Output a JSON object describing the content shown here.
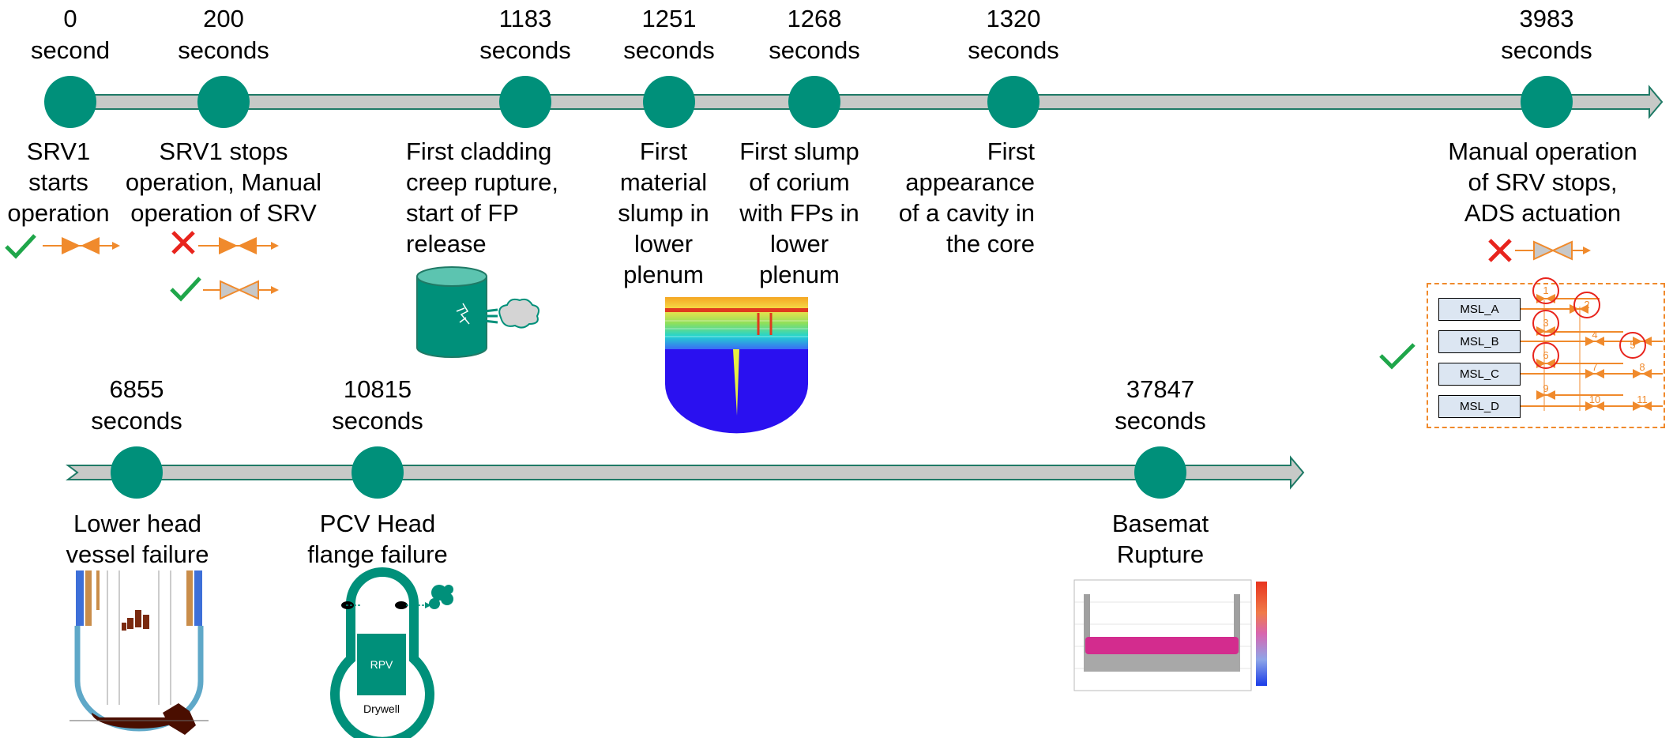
{
  "colors": {
    "node": "#00907A",
    "axis_fill": "#C7C9C7",
    "axis_stroke": "#1F7A66",
    "valve": "#F08A2C",
    "check": "#1FA64A",
    "cross": "#E8241D"
  },
  "events_top": [
    {
      "time": "0",
      "unit": "second",
      "desc": [
        "SRV1",
        "starts",
        "operation"
      ]
    },
    {
      "time": "200",
      "unit": "seconds",
      "desc": [
        "SRV1 stops",
        "operation, Manual",
        "operation of SRV"
      ]
    },
    {
      "time": "1183",
      "unit": "seconds",
      "desc": [
        "First cladding",
        "creep rupture,",
        "start of FP",
        "release"
      ]
    },
    {
      "time": "1251",
      "unit": "seconds",
      "desc": [
        "First",
        "material",
        "slump in",
        "lower",
        "plenum"
      ]
    },
    {
      "time": "1268",
      "unit": "seconds",
      "desc": [
        "First slump",
        "of corium",
        "with FPs in",
        "lower",
        "plenum"
      ]
    },
    {
      "time": "1320",
      "unit": "seconds",
      "desc": [
        "First",
        "appearance",
        "of a cavity in",
        "the core"
      ]
    },
    {
      "time": "3983",
      "unit": "seconds",
      "desc": [
        "Manual operation",
        "of SRV stops,",
        "ADS actuation"
      ]
    }
  ],
  "events_bottom": [
    {
      "time": "6855",
      "unit": "seconds",
      "desc": [
        "Lower head",
        "vessel failure"
      ]
    },
    {
      "time": "10815",
      "unit": "seconds",
      "desc": [
        "PCV Head",
        "flange failure"
      ]
    },
    {
      "time": "37847",
      "unit": "seconds",
      "desc": [
        "Basemat",
        "Rupture"
      ]
    }
  ],
  "msl_panel": {
    "lines": [
      "MSL_A",
      "MSL_B",
      "MSL_C",
      "MSL_D"
    ],
    "valve_numbers": [
      "1",
      "2",
      "3",
      "4",
      "5",
      "6",
      "7",
      "8",
      "9",
      "10",
      "11"
    ]
  },
  "pcv_diagram": {
    "rpv_label": "RPV",
    "drywell_label": "Drywell"
  }
}
